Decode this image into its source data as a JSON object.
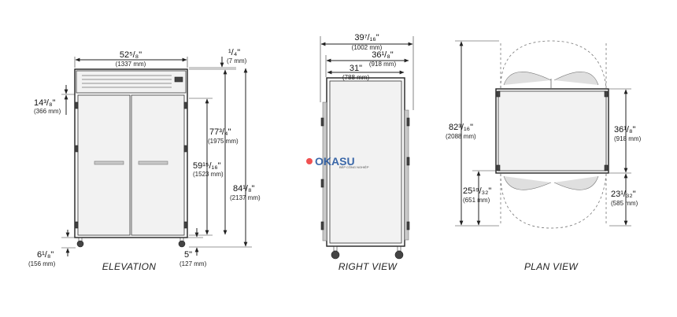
{
  "views": {
    "elevation": {
      "label": "ELEVATION",
      "dims": {
        "width": {
          "value": "52⁵/₈\"",
          "mm": "(1337 mm)"
        },
        "top_offset": {
          "value": "¹/₄\"",
          "mm": "(7 mm)"
        },
        "grille": {
          "value": "14³/₈\"",
          "mm": "(366 mm)"
        },
        "door_top": {
          "value": "77³/₄\"",
          "mm": "(1975 mm)"
        },
        "door_height": {
          "value": "59¹⁵/₁₆\"",
          "mm": "(1523 mm)"
        },
        "overall": {
          "value": "84¹/₈\"",
          "mm": "(2137 mm)"
        },
        "leg_height": {
          "value": "6¹/₈\"",
          "mm": "(156 mm)"
        },
        "caster": {
          "value": "5\"",
          "mm": "(127 mm)"
        }
      }
    },
    "right": {
      "label": "RIGHT VIEW",
      "dims": {
        "overall_depth": {
          "value": "39⁷/₁₆\"",
          "mm": "(1002 mm)"
        },
        "body_depth": {
          "value": "36¹/₈\"",
          "mm": "(918 mm)"
        },
        "cabinet_depth": {
          "value": "31\"",
          "mm": "(788 mm)"
        }
      }
    },
    "plan": {
      "label": "PLAN VIEW",
      "dims": {
        "swing_total": {
          "value": "82³/₁₆\"",
          "mm": "(2088 mm)"
        },
        "depth": {
          "value": "36¹/₈\"",
          "mm": "(918 mm)"
        },
        "front_swing": {
          "value": "25¹⁹/₃₂\"",
          "mm": "(651 mm)"
        },
        "back_swing": {
          "value": "23¹/₃₂\"",
          "mm": "(585 mm)"
        }
      }
    }
  },
  "watermark": {
    "brand": "OKASU",
    "tagline": "BẾP CÔNG NGHIỆP"
  }
}
